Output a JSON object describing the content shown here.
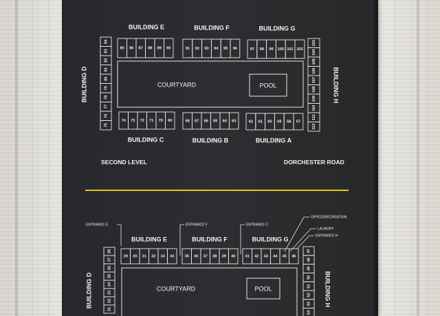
{
  "upper": {
    "buildings": {
      "e": "BUILDING E",
      "f": "BUILDING F",
      "g": "BUILDING G",
      "d": "BUILDING D",
      "h": "BUILDING H",
      "c": "BUILDING C",
      "b": "BUILDING B",
      "a": "BUILDING A"
    },
    "courtyard": "COURTYARD",
    "pool": "POOL",
    "level": "SECOND LEVEL",
    "road": "DORCHESTER ROAD",
    "units": {
      "e": [
        "85",
        "86",
        "87",
        "88",
        "89",
        "90"
      ],
      "f": [
        "91",
        "92",
        "93",
        "94",
        "95",
        "96"
      ],
      "g": [
        "97",
        "98",
        "99",
        "100",
        "101",
        "102"
      ],
      "d": [
        "84",
        "83",
        "82",
        "81",
        "80",
        "79",
        "78",
        "77",
        "76",
        "75"
      ],
      "h": [
        "103",
        "104",
        "105",
        "106",
        "107",
        "108",
        "109",
        "110",
        "111",
        "112"
      ],
      "c": [
        "74",
        "73",
        "72",
        "71",
        "70",
        "69"
      ],
      "b": [
        "68",
        "67",
        "66",
        "65",
        "64",
        "63"
      ],
      "a": [
        "62",
        "61",
        "60",
        "59",
        "58",
        "57"
      ]
    }
  },
  "lower": {
    "buildings": {
      "e": "BUILDING E",
      "f": "BUILDING F",
      "g": "BUILDING G",
      "d": "BUILDING D",
      "h": "BUILDING H"
    },
    "courtyard": "COURTYARD",
    "pool": "POOL",
    "entrances": {
      "e": "ENTRANCE E",
      "f": "ENTRANCE F",
      "c": "ENTRANCE C",
      "office": "OFFICE/RECREATION",
      "laundry": "LAUNDRY",
      "h": "ENTRANCE H"
    },
    "units": {
      "e": [
        "29",
        "30",
        "31",
        "32",
        "33",
        "34"
      ],
      "f": [
        "35",
        "36",
        "37",
        "38",
        "39",
        "40"
      ],
      "g": [
        "41",
        "42",
        "43",
        "44",
        "45",
        "46"
      ],
      "d": [
        "28",
        "27",
        "26",
        "25",
        "24",
        "23",
        "22",
        "21"
      ],
      "h": [
        "47",
        "48",
        "49",
        "50",
        "51",
        "52",
        "53",
        "54"
      ]
    }
  },
  "colors": {
    "board": "#2a2c2f",
    "divider": "#e9c81f",
    "lines": "#e9e9e9"
  }
}
